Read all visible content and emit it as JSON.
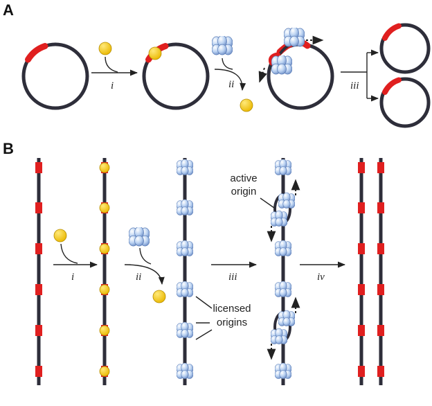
{
  "panels": [
    {
      "letter": "A"
    },
    {
      "letter": "B"
    }
  ],
  "panel_a": {
    "steps": [
      "i",
      "ii",
      "iii"
    ]
  },
  "panel_b": {
    "steps": [
      "i",
      "ii",
      "iii",
      "iv"
    ],
    "labels": {
      "active_origin_line1": "active",
      "active_origin_line2": "origin",
      "licensed_origins_line1": "licensed",
      "licensed_origins_line2": "origins"
    }
  },
  "colors": {
    "dna": "#2e2e3a",
    "origin": "#e01f1f",
    "orc": "#f5c518",
    "mcm": "#a9c6ee"
  },
  "icons": [
    "orc-circle",
    "mcm-helicase",
    "origin-block"
  ]
}
